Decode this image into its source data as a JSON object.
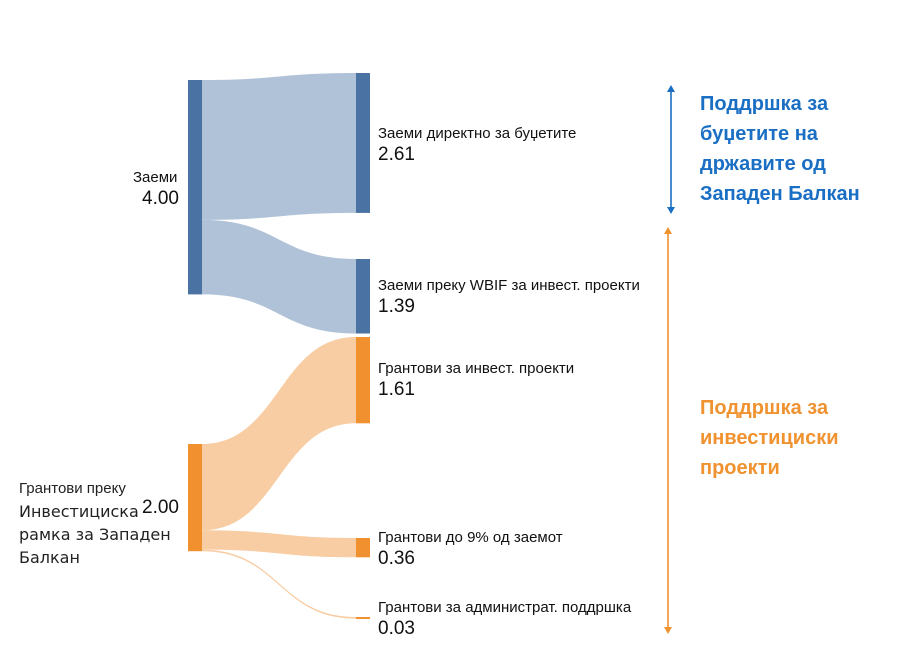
{
  "chart_data": {
    "type": "sankey",
    "nodes": [
      {
        "id": "loans",
        "label": "Заеми",
        "value": "4.00",
        "color": "#4a72a3"
      },
      {
        "id": "grants",
        "label": "Грантови преку Инвестициска рамка за Западен Балкан",
        "label_lines": [
          "Грантови преку",
          "Инвестициска",
          "рамка за Западен",
          "Балкан"
        ],
        "value": "2.00",
        "color": "#f0902e"
      },
      {
        "id": "direct",
        "label": "Заеми директно за буџетите",
        "value": "2.61",
        "color": "#4a72a3"
      },
      {
        "id": "wbif",
        "label": "Заеми преку WBIF за инвест. проекти",
        "value": "1.39",
        "color": "#4a72a3"
      },
      {
        "id": "ginv",
        "label": "Грантови за инвест. проекти",
        "value": "1.61",
        "color": "#f0902e"
      },
      {
        "id": "g9",
        "label": "Грантови до 9% од заемот",
        "value": "0.36",
        "color": "#f0902e"
      },
      {
        "id": "gadm",
        "label": "Грантови за администрат. поддршка",
        "value": "0.03",
        "color": "#f0902e"
      }
    ],
    "links": [
      {
        "source": "loans",
        "target": "direct",
        "value": 2.61,
        "color": "#b0c2d8"
      },
      {
        "source": "loans",
        "target": "wbif",
        "value": 1.39,
        "color": "#b0c2d8"
      },
      {
        "source": "grants",
        "target": "ginv",
        "value": 1.61,
        "color": "#f8cda3"
      },
      {
        "source": "grants",
        "target": "g9",
        "value": 0.36,
        "color": "#f8cda3"
      },
      {
        "source": "grants",
        "target": "gadm",
        "value": 0.03,
        "color": "#f8cda3"
      }
    ]
  },
  "annotations": {
    "budget": {
      "text_lines": [
        "Поддршка за",
        "буџетите на",
        "државите од",
        "Западен Балкан"
      ],
      "color": "#1a6fc4"
    },
    "projects": {
      "text_lines": [
        "Поддршка за",
        "инвестициски",
        "проекти"
      ],
      "color": "#f0922f"
    }
  }
}
